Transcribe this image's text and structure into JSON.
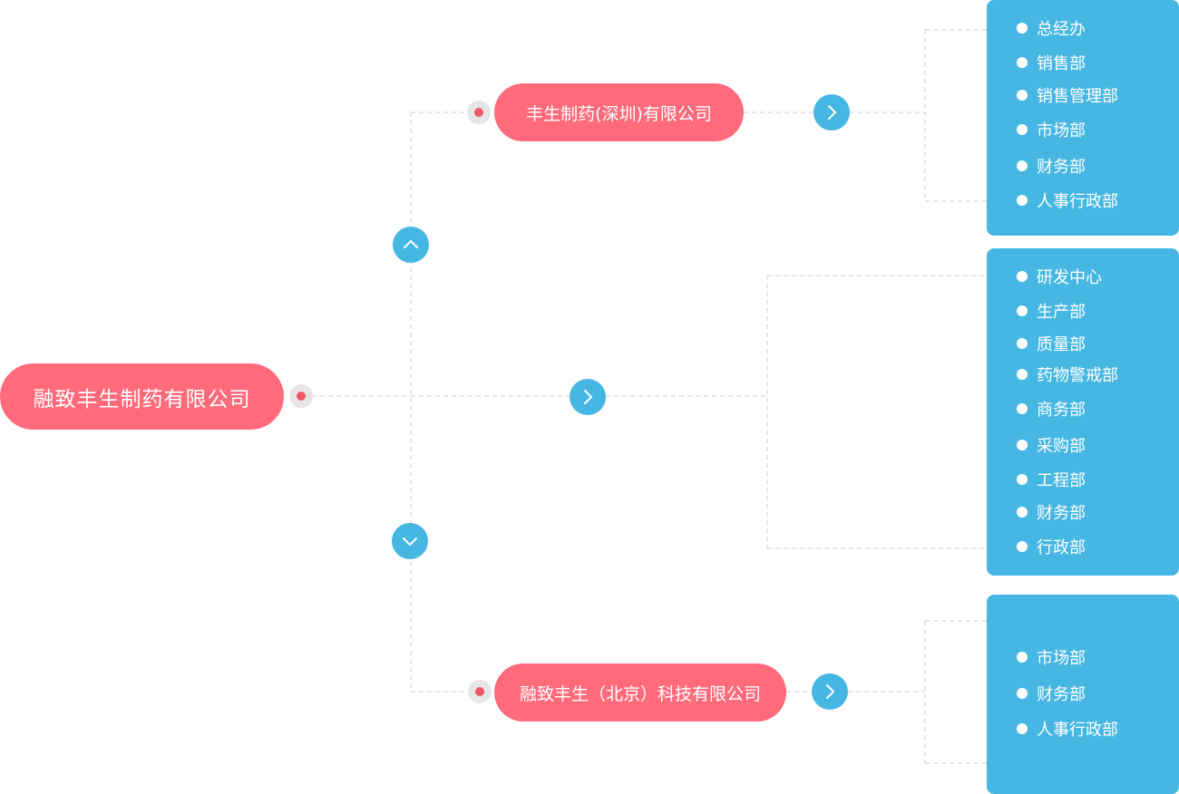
{
  "colors": {
    "node_fill": "#ff6b7b",
    "dot_ring": "#e6e6e6",
    "dot_center": "#ef5765",
    "button_fill": "#46b7e3",
    "panel_fill": "#46b7e3",
    "connector": "#cccccc"
  },
  "root": {
    "label": "融致丰生制药有限公司"
  },
  "branches": [
    {
      "label": "丰生制药(深圳)有限公司",
      "departments": [
        "总经办",
        "销售部",
        "销售管理部",
        "市场部",
        "财务部",
        "人事行政部"
      ]
    },
    {
      "label": "",
      "departments": [
        "研发中心",
        "生产部",
        "质量部",
        "药物警戒部",
        "商务部",
        "采购部",
        "工程部",
        "财务部",
        "行政部"
      ]
    },
    {
      "label": "融致丰生（北京）科技有限公司",
      "departments": [
        "市场部",
        "财务部",
        "人事行政部"
      ]
    }
  ],
  "icons": {
    "scroll_up": "chevron-up-icon",
    "scroll_down": "chevron-down-icon",
    "expand": "chevron-right-icon"
  }
}
